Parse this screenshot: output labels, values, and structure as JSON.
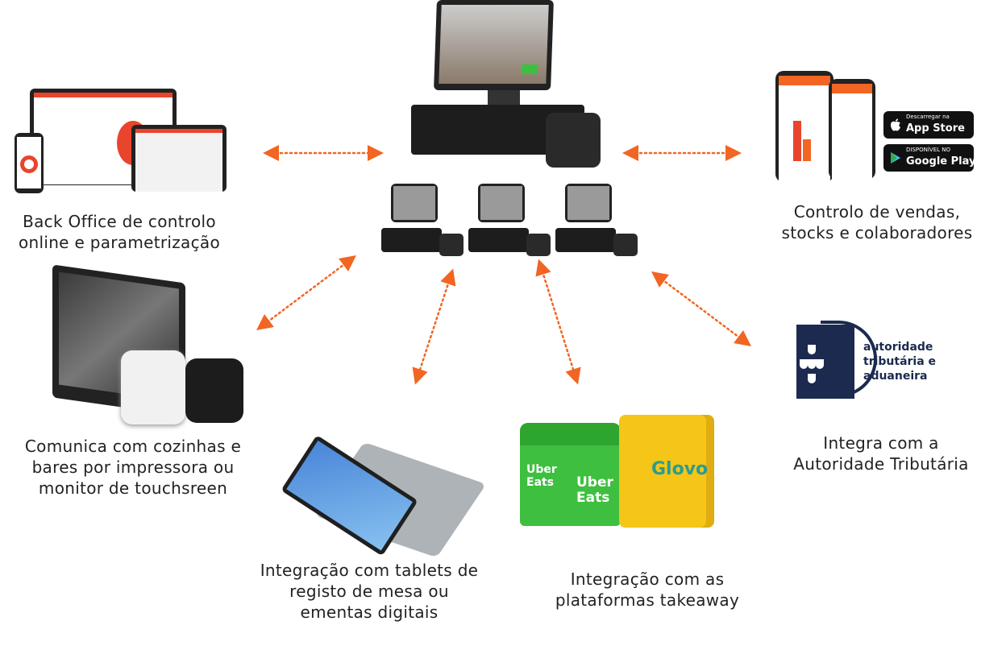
{
  "labels": {
    "back_office": [
      "Back Office de controlo",
      "online e parametrização"
    ],
    "sales_control": [
      "Controlo de vendas,",
      "stocks e colaboradores"
    ],
    "kitchen": [
      "Comunica com cozinhas e",
      "bares por impressora ou",
      "monitor de touchsreen"
    ],
    "tablets": [
      "Integração com tablets de",
      "registo de mesa ou",
      "ementas digitais"
    ],
    "takeaway": [
      "Integração com as",
      "plataformas takeaway"
    ],
    "tax": [
      "Integra com a",
      "Autoridade Tributária"
    ]
  },
  "app_store": {
    "small": "Descarregar na",
    "big": "App Store",
    "icon": "apple-icon"
  },
  "google_play": {
    "small": "DISPONÍVEL NO",
    "big": "Google Play",
    "icon": "play-icon"
  },
  "tax_logo": [
    "autoridade",
    "tributária e",
    "aduaneira"
  ],
  "uber_eats_logo": [
    "Uber",
    "Eats"
  ],
  "glovo_logo": "Glovo",
  "colors": {
    "arrow": "#f26522",
    "uber_green": "#3fbf3f",
    "glovo_yellow": "#f5c518",
    "tax_blue": "#1b2a4e"
  }
}
